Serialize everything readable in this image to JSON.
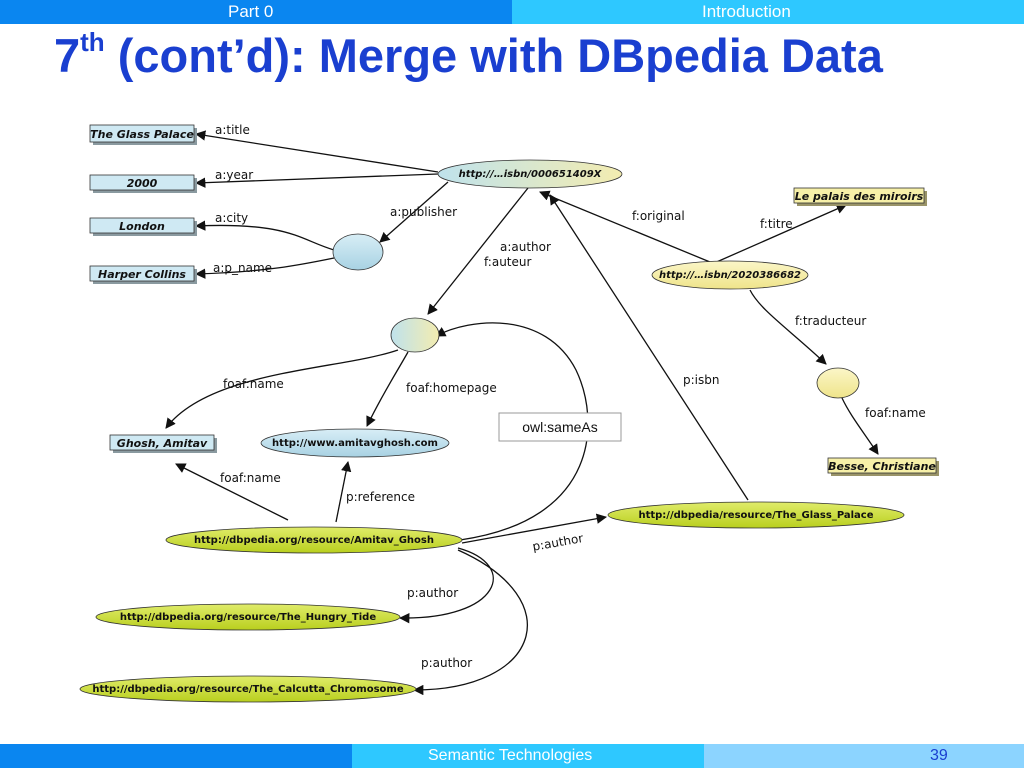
{
  "header": {
    "section": "Part 0",
    "topic": "Introduction"
  },
  "title": {
    "ordinal": "7",
    "ordinal_suffix": "th",
    "text": " (cont’d): Merge with DBpedia Data"
  },
  "footer": {
    "course": "Semantic Technologies",
    "page": "39"
  },
  "diagram": {
    "literals": {
      "glass_palace": "The Glass Palace",
      "year": "2000",
      "london": "London",
      "harper": "Harper Collins",
      "palais": "Le palais des miroirs",
      "ghosh_amitav": "Ghosh, Amitav",
      "besse": "Besse, Christiane"
    },
    "uris": {
      "isbn_en": "http://…isbn/000651409X",
      "isbn_fr": "http://…isbn/2020386682",
      "homepage": "http://www.amitavghosh.com",
      "dbp_ghosh": "http://dbpedia.org/resource/Amitav_Ghosh",
      "dbp_glass": "http://dbpedia/resource/The_Glass_Palace",
      "dbp_tide": "http://dbpedia.org/resource/The_Hungry_Tide",
      "dbp_calcutta": "http://dbpedia.org/resource/The_Calcutta_Chromosome"
    },
    "edges": {
      "title": "a:title",
      "year": "a:year",
      "city": "a:city",
      "p_name": "a:p_name",
      "publisher": "a:publisher",
      "author": "a:author",
      "auteur": "f:auteur",
      "original": "f:original",
      "titre": "f:titre",
      "traducteur": "f:traducteur",
      "foaf_name_1": "foaf:name",
      "foaf_homepage": "foaf:homepage",
      "foaf_name_2": "foaf:name",
      "foaf_name_3": "foaf:name",
      "reference": "p:reference",
      "isbn": "p:isbn",
      "p_author_1": "p:author",
      "p_author_2": "p:author",
      "p_author_3": "p:author"
    },
    "same_as": "owl:sameAs",
    "colors": {
      "literal_box": "#cfe9f3",
      "blue_node": "#b9dde9",
      "yellow_node": "#f7f0a8",
      "green_node": "#cfe032",
      "title": "#1a3fd0"
    }
  }
}
